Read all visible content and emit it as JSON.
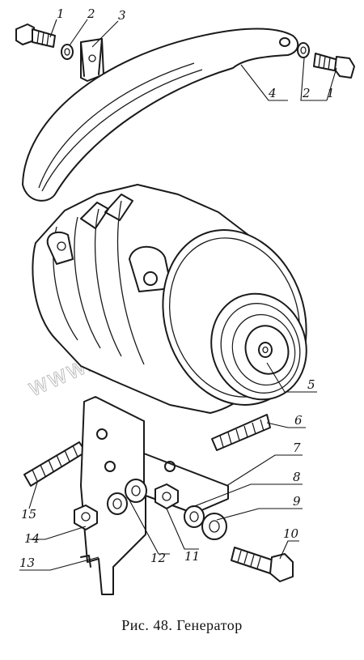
{
  "caption": "Рис. 48. Генератор",
  "watermark": "www.sinhron-too.kz",
  "callouts": {
    "c1a": "1",
    "c2a": "2",
    "c3": "3",
    "c4": "4",
    "c2b": "2",
    "c1b": "1",
    "c5": "5",
    "c6": "6",
    "c7": "7",
    "c8": "8",
    "c9": "9",
    "c10": "10",
    "c11": "11",
    "c12": "12",
    "c13": "13",
    "c14": "14",
    "c15": "15"
  }
}
